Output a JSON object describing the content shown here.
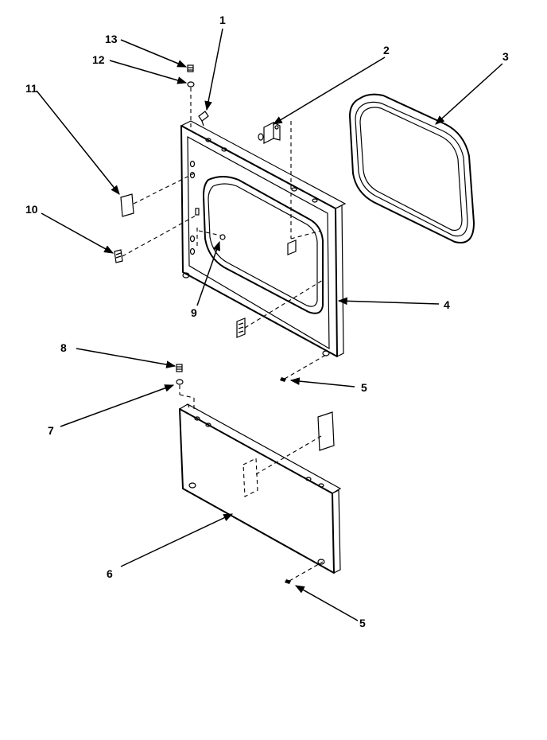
{
  "callouts": {
    "c1": "1",
    "c2": "2",
    "c3": "3",
    "c4": "4",
    "c5a": "5",
    "c5b": "5",
    "c6": "6",
    "c7": "7",
    "c8": "8",
    "c9": "9",
    "c10": "10",
    "c11": "11",
    "c12": "12",
    "c13": "13"
  },
  "colors": {
    "ink": "#000000",
    "paper": "#ffffff"
  }
}
